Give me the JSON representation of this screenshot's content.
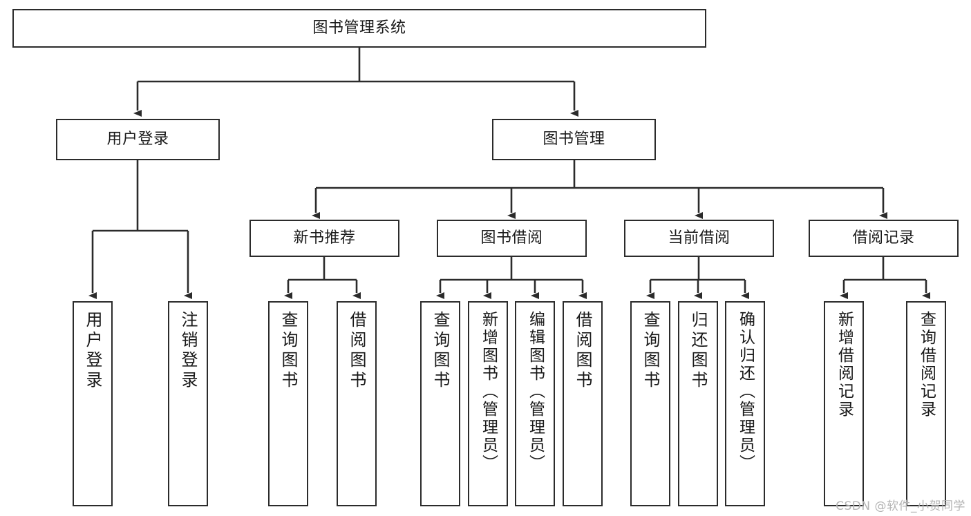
{
  "diagram": {
    "title": "图书管理系统",
    "type": "tree",
    "colors": {
      "stroke": "#2b2b2b",
      "background": "#ffffff",
      "text": "#1a1a1a",
      "watermark": "#b4b4b4"
    },
    "watermark": "CSDN @软件_小贺同学",
    "nodes": {
      "root": "图书管理系统",
      "level2": {
        "user_login": "用户登录",
        "book_manage": "图书管理"
      },
      "level3": {
        "new_book_rec": "新书推荐",
        "book_borrow": "图书借阅",
        "current_borrow": "当前借阅",
        "borrow_record": "借阅记录"
      },
      "leaves": {
        "user_login_1": "用户登录",
        "user_login_2": "注销登录",
        "new_book_rec_1": "查询图书",
        "new_book_rec_2": "借阅图书",
        "book_borrow_1": "查询图书",
        "book_borrow_2": "新增图书（管理员）",
        "book_borrow_3": "编辑图书（管理员）",
        "book_borrow_4": "借阅图书",
        "current_borrow_1": "查询图书",
        "current_borrow_2": "归还图书",
        "current_borrow_3": "确认归还（管理员）",
        "borrow_record_1": "新增借阅记录",
        "borrow_record_2": "查询借阅记录"
      }
    }
  }
}
